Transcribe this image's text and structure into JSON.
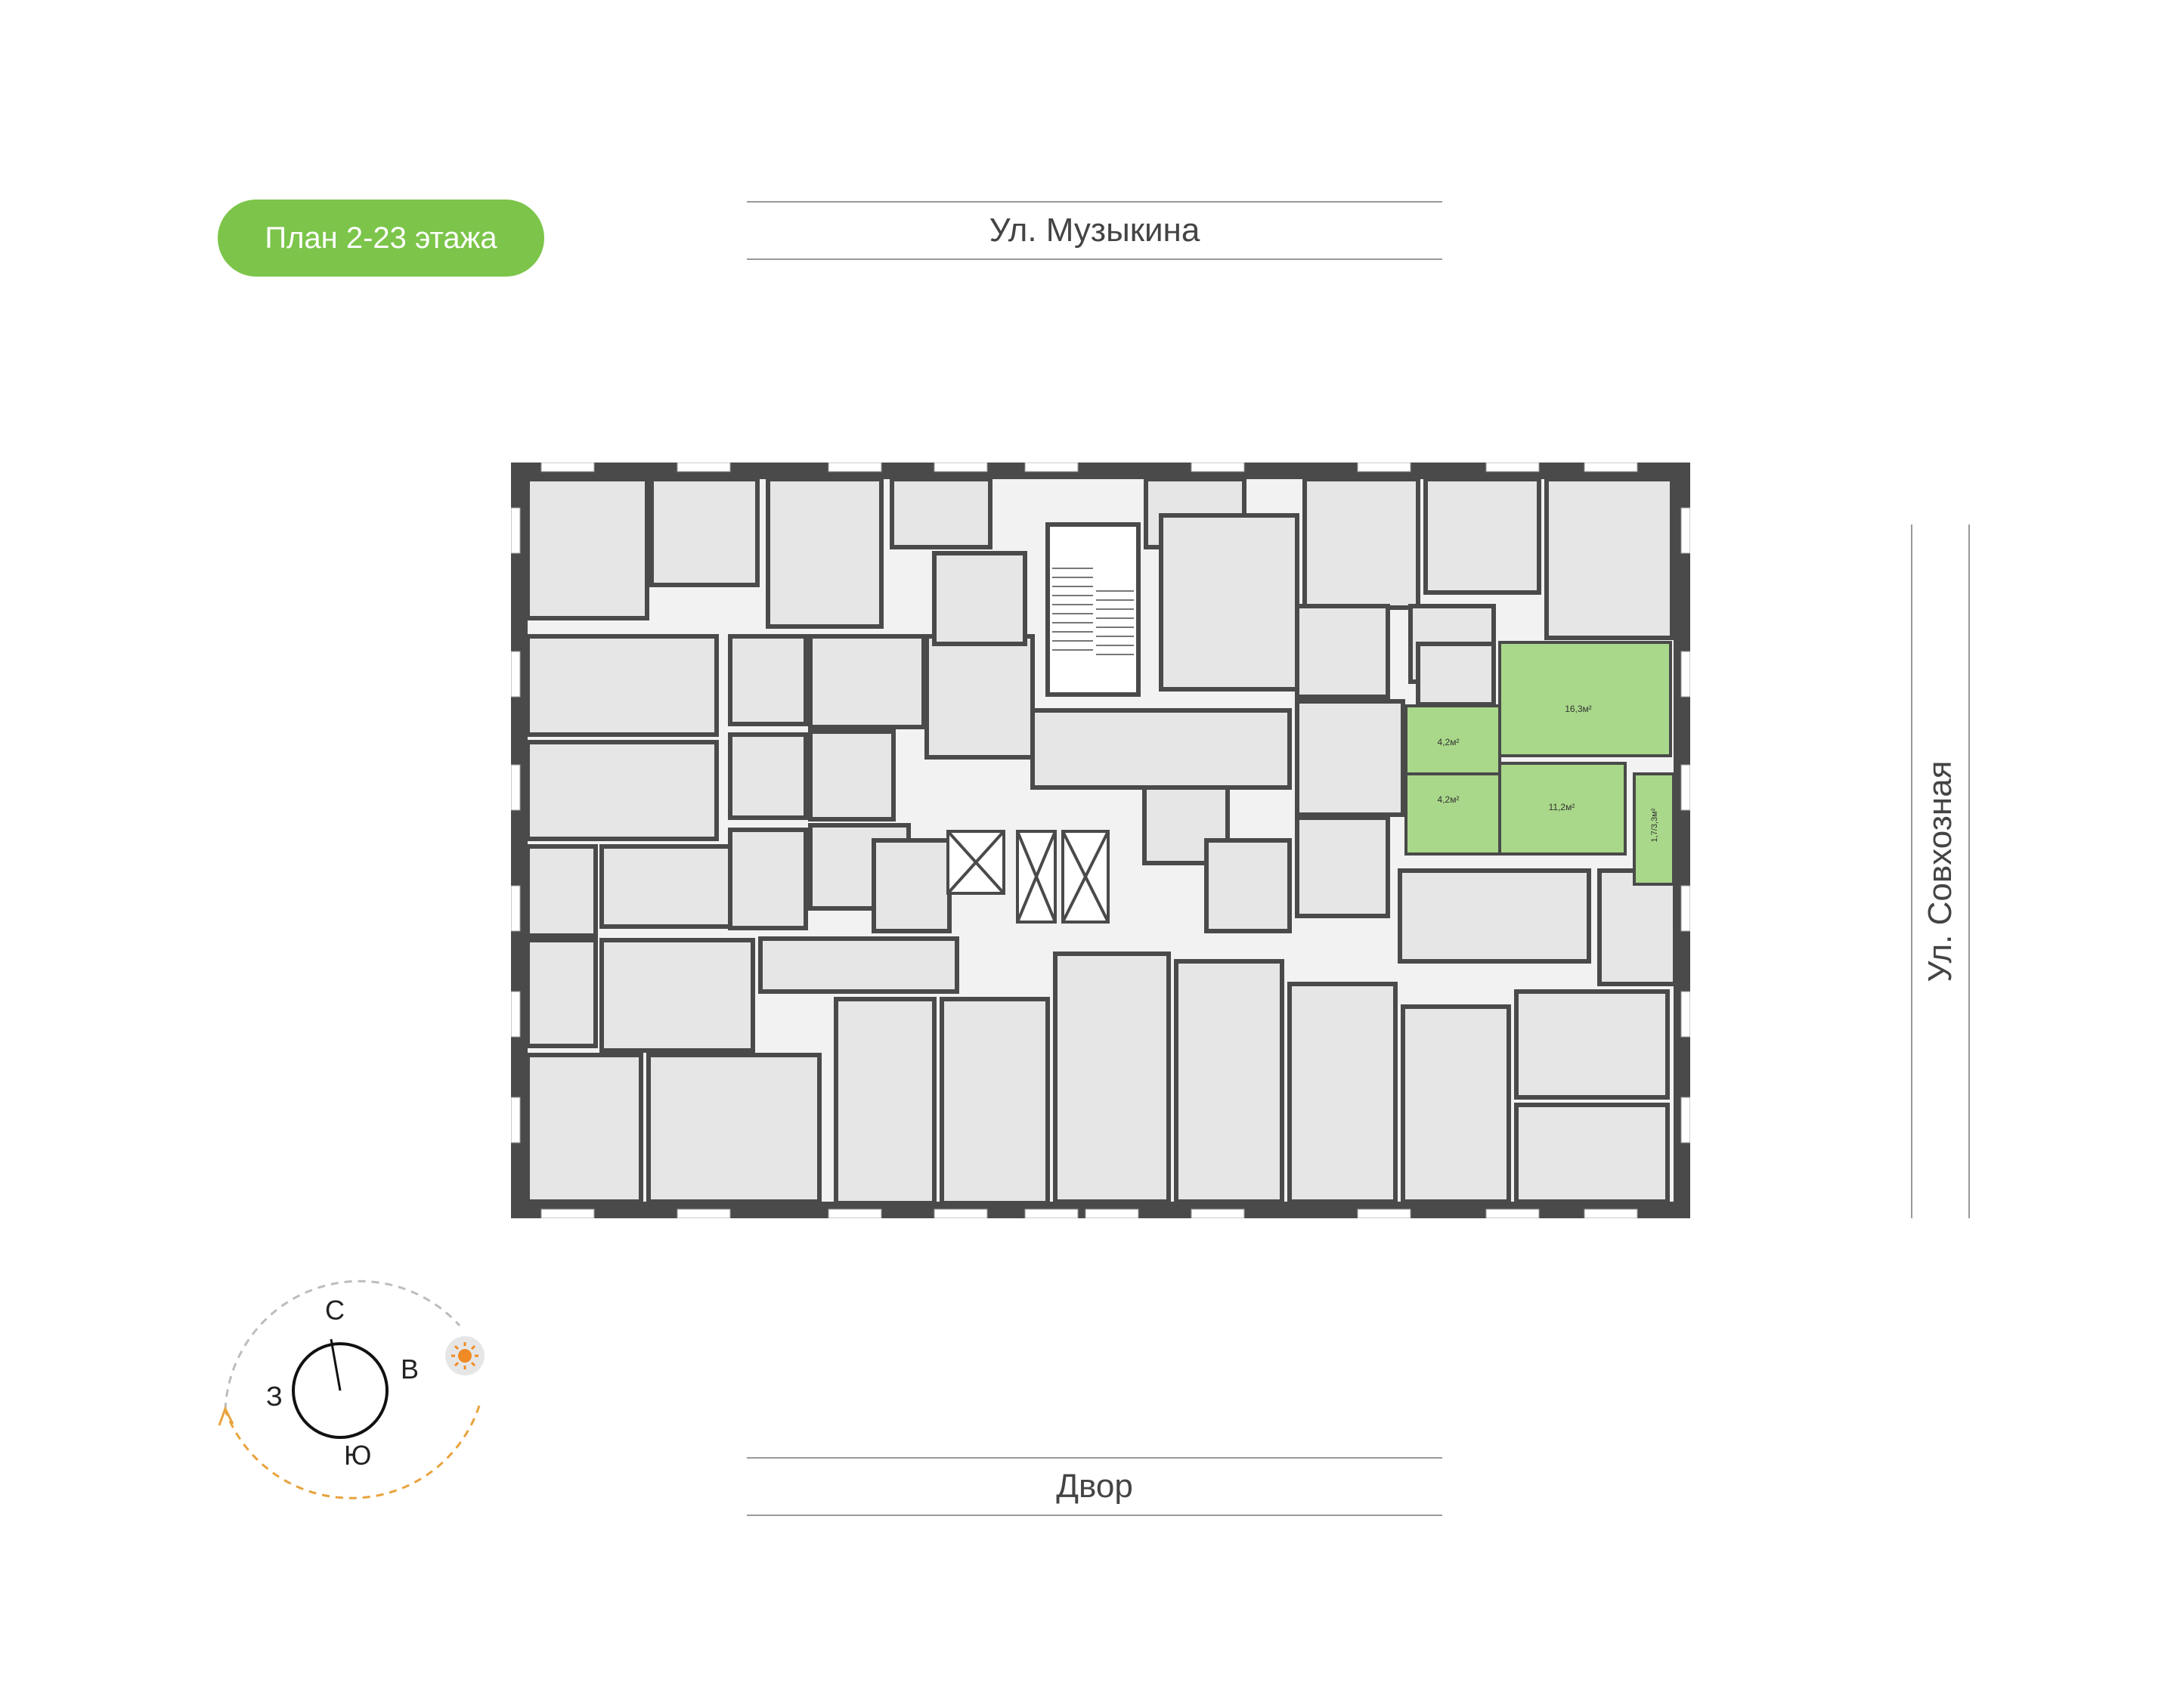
{
  "plan_label": "План 2-23 этажа",
  "streets": {
    "top": "Ул. Музыкина",
    "bottom": "Двор",
    "right": "Ул. Совхозная"
  },
  "selected_apartment": {
    "rooms": [
      {
        "name": "room-main",
        "area": "16,3м²"
      },
      {
        "name": "room-bath",
        "area": "4,2м²"
      },
      {
        "name": "room-hall",
        "area": "4,2м²"
      },
      {
        "name": "room-kitchen",
        "area": "11,2м²"
      },
      {
        "name": "room-balcony",
        "area": "1,7/3,3м²"
      }
    ]
  },
  "compass": {
    "north": "С",
    "east": "В",
    "south": "Ю",
    "west": "З"
  },
  "colors": {
    "accent": "#7cc54a",
    "highlight_room": "#a9d88a",
    "wall": "#4a4a4a",
    "room_fill": "#e6e6e6",
    "sun_path": "#e8a33d",
    "text": "#444444"
  }
}
